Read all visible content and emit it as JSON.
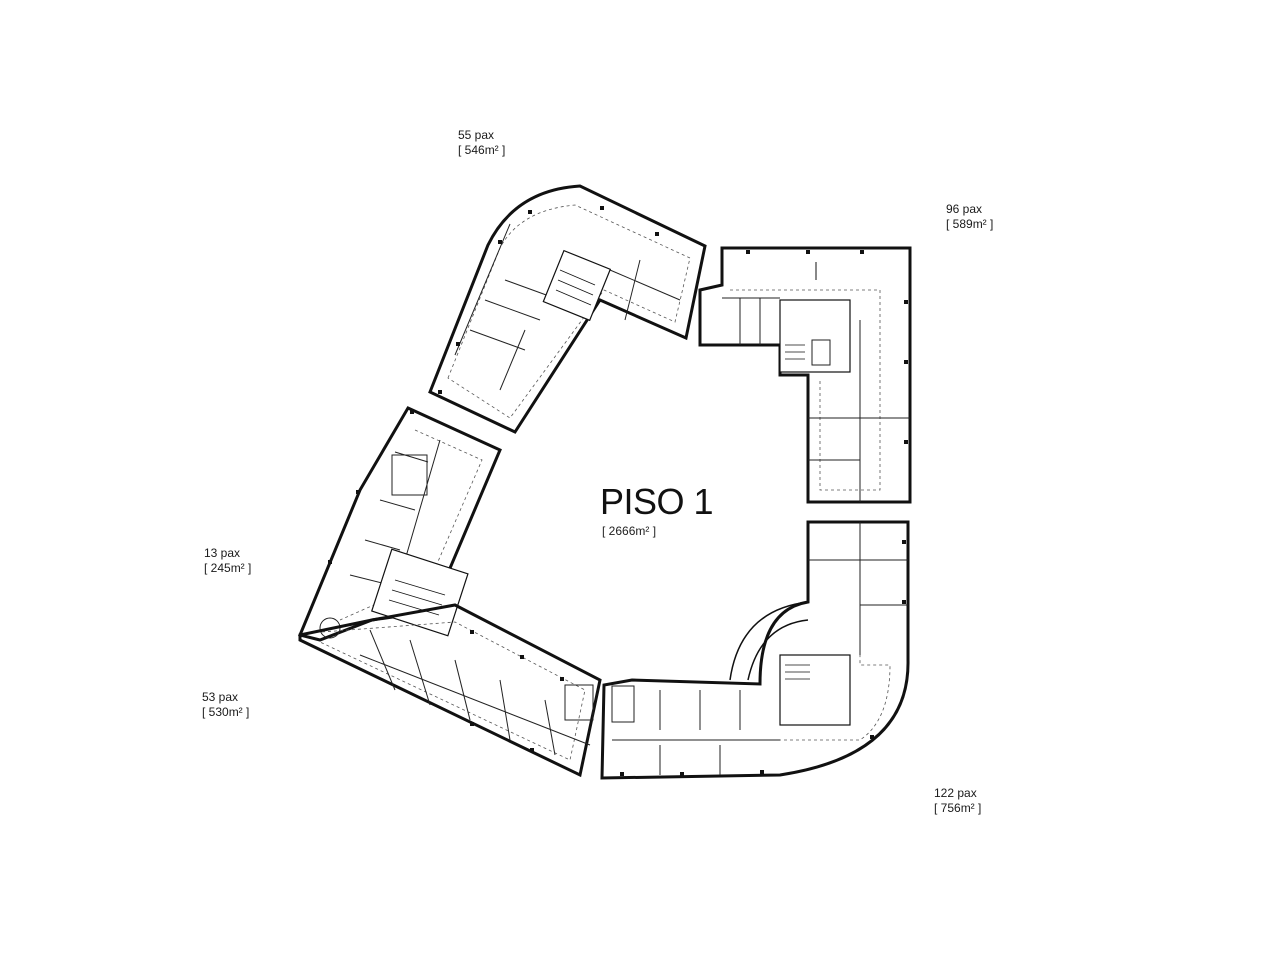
{
  "floor": {
    "name": "PISO 1",
    "area": "[ 2666m² ]"
  },
  "wings": [
    {
      "id": "north",
      "pax": "55 pax",
      "area": "[ 546m² ]"
    },
    {
      "id": "northeast",
      "pax": "96 pax",
      "area": "[ 589m² ]"
    },
    {
      "id": "west",
      "pax": "13 pax",
      "area": "[ 245m² ]"
    },
    {
      "id": "southwest",
      "pax": "53 pax",
      "area": "[ 530m² ]"
    },
    {
      "id": "southeast",
      "pax": "122 pax",
      "area": "[ 756m² ]"
    }
  ]
}
